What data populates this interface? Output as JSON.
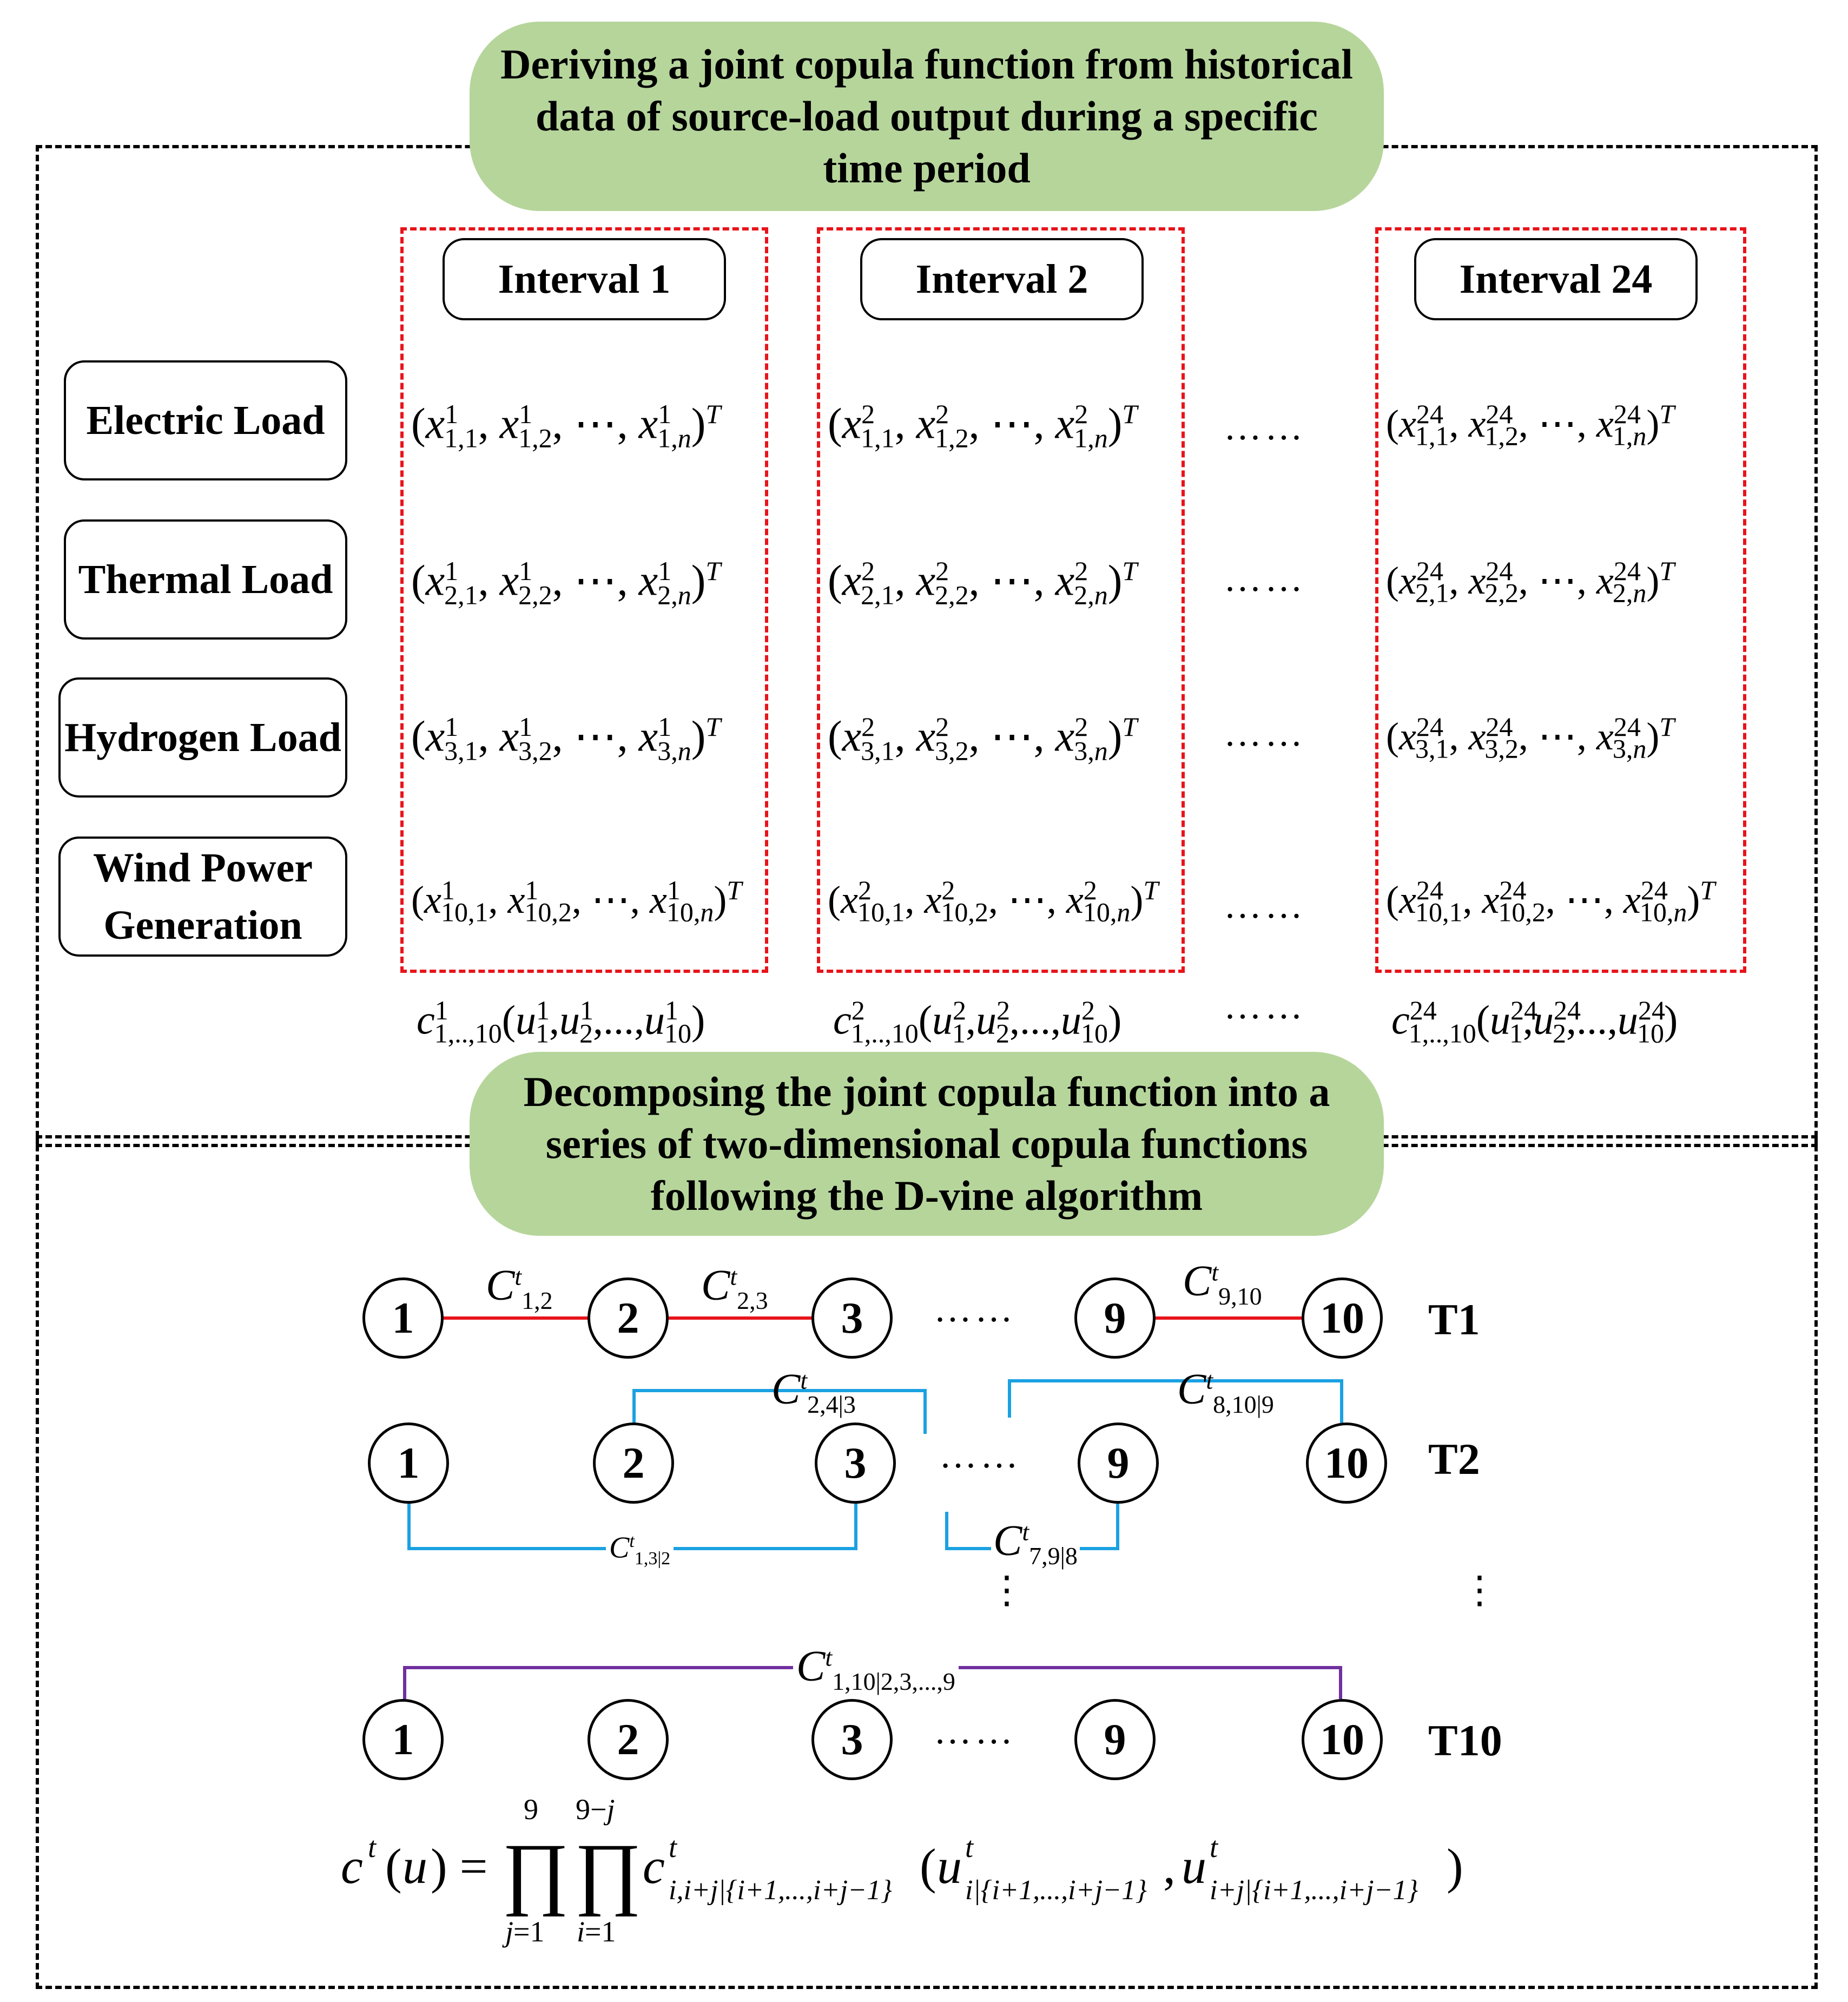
{
  "banners": {
    "top": "Deriving a joint copula function from historical data of source-load output during a specific time period",
    "bottom": "Decomposing the joint copula function into a series of two-dimensional copula functions following the D-vine algorithm"
  },
  "intervals": [
    "Interval 1",
    "Interval 2",
    "Interval 24"
  ],
  "interval_superscripts": [
    "1",
    "2",
    "24"
  ],
  "row_labels": [
    "Electric Load",
    "Thermal Load",
    "Hydrogen Load",
    "Wind Power Generation"
  ],
  "row_indices": [
    "1",
    "2",
    "3",
    "10"
  ],
  "ellipsis": "……",
  "tree_nodes": [
    "1",
    "2",
    "3",
    "9",
    "10"
  ],
  "tree_levels": [
    "T1",
    "T2",
    "T10"
  ],
  "copulas": {
    "c12": {
      "base": "C",
      "sup": "t",
      "sub": "1,2"
    },
    "c23": {
      "base": "C",
      "sup": "t",
      "sub": "2,3"
    },
    "c910": {
      "base": "C",
      "sup": "t",
      "sub": "9,10"
    },
    "c24_3": {
      "base": "C",
      "sup": "t",
      "sub": "2,4|3"
    },
    "c810_9": {
      "base": "C",
      "sup": "t",
      "sub": "8,10|9"
    },
    "c13_2": {
      "base": "C",
      "sup": "t",
      "sub": "1,3|2"
    },
    "c79_8": {
      "base": "C",
      "sup": "t",
      "sub": "7,9|8"
    },
    "c110": {
      "base": "C",
      "sup": "t",
      "sub": "1,10|2,3,...,9"
    }
  },
  "colors": {
    "banner": "#b6d59b",
    "tree1": "#e8141b",
    "tree2": "#1ba1e2",
    "tree10": "#7030a0",
    "interval_frame": "#e8141b"
  },
  "formula": "c^t(u) = ∏_{j=1}^{9} ∏_{i=1}^{9−j} c^t_{i,i+j|{i+1,...,i+j−1}}(u^t_{i|{i+1,...,i+j−1}}, u^t_{i+j|{i+1,...,i+j−1}})"
}
